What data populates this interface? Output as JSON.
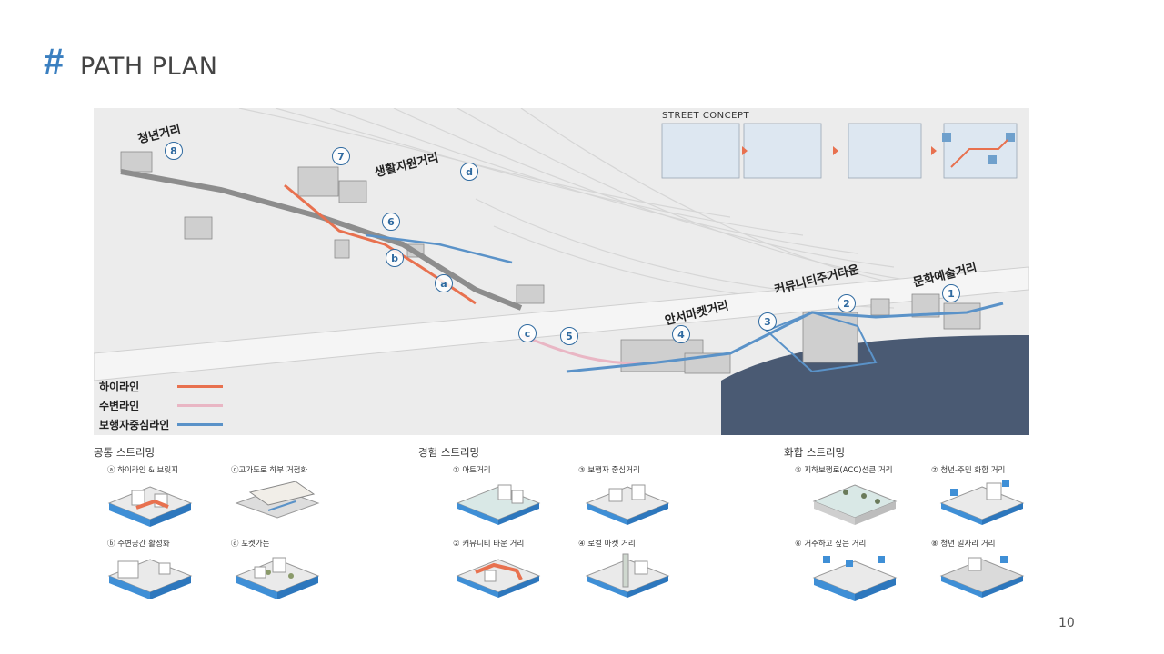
{
  "header": {
    "hash": "#",
    "title": "PATH PLAN"
  },
  "map": {
    "street_concept": "STREET CONCEPT",
    "streets": [
      {
        "label": "청년거리"
      },
      {
        "label": "생활지원거리"
      },
      {
        "label": "안서마켓거리"
      },
      {
        "label": "커뮤니티주거타운"
      },
      {
        "label": "문화예술거리"
      }
    ],
    "markers": [
      "8",
      "7",
      "6",
      "5",
      "4",
      "3",
      "2",
      "1",
      "a",
      "b",
      "c",
      "d"
    ],
    "legend": [
      {
        "label": "하이라인",
        "color": "#e8714f"
      },
      {
        "label": "수변라인",
        "color": "#e9b6c4"
      },
      {
        "label": "보행자중심라인",
        "color": "#5a92c8"
      }
    ]
  },
  "sections": [
    {
      "title": "공통 스트리밍",
      "cards": [
        "ⓐ 하이라인 & 브릿지",
        "ⓒ고가도로 하부 거점화",
        "ⓑ 수변공간 활성화",
        "ⓓ 포켓가든"
      ]
    },
    {
      "title": "경험 스트리밍",
      "cards": [
        "① 아트거리",
        "③ 보행자 중심거리",
        "② 커뮤니티 타운 거리",
        "④ 로컬 마켓 거리"
      ]
    },
    {
      "title": "화합 스트리밍",
      "cards": [
        "⑤ 지하보행로(ACC)선큰 거리",
        "⑦ 청년-주민 화합 거리",
        "⑥ 거주하고 싶은 거리",
        "⑧ 청년 일자리 거리"
      ]
    }
  ],
  "page_number": "10"
}
